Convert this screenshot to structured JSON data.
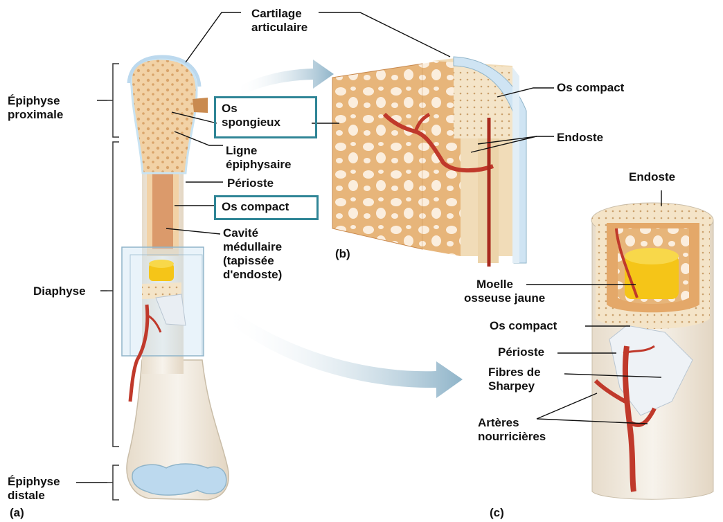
{
  "colors": {
    "bone": "#f2d2a6",
    "bone_dark": "#d9a46a",
    "cartilage": "#c9e3f2",
    "shaft_light": "#f3efe8",
    "marrow": "#f5c518",
    "vessel": "#c0392b",
    "highlight_box": "#2f8596",
    "arrow": "#8fb4c9"
  },
  "icons": [
    "curved-arrow-icon"
  ],
  "panels": {
    "a": "(a)",
    "b": "(b)",
    "c": "(c)"
  },
  "labels": {
    "cartilage_title": "Cartilage",
    "cartilage_sub": "articulaire",
    "epiphyse_prox_1": "Épiphyse",
    "epiphyse_prox_2": "proximale",
    "os_spongieux_1": "Os",
    "os_spongieux_2": "spongieux",
    "ligne_1": "Ligne",
    "ligne_2": "épiphysaire",
    "perioste_a": "Périoste",
    "os_compact_a": "Os compact",
    "cavite_1": "Cavité",
    "cavite_2": "médullaire",
    "cavite_3": "(tapissée",
    "cavite_4": "d'endoste)",
    "diaphyse": "Diaphyse",
    "epiphyse_dist_1": "Épiphyse",
    "epiphyse_dist_2": "distale",
    "os_compact_b": "Os compact",
    "endoste_b": "Endoste",
    "endoste_c": "Endoste",
    "moelle_1": "Moelle",
    "moelle_2": "osseuse jaune",
    "os_compact_c": "Os compact",
    "perioste_c": "Périoste",
    "fibres_1": "Fibres de",
    "fibres_2": "Sharpey",
    "arteres_1": "Artères",
    "arteres_2": "nourricières"
  }
}
